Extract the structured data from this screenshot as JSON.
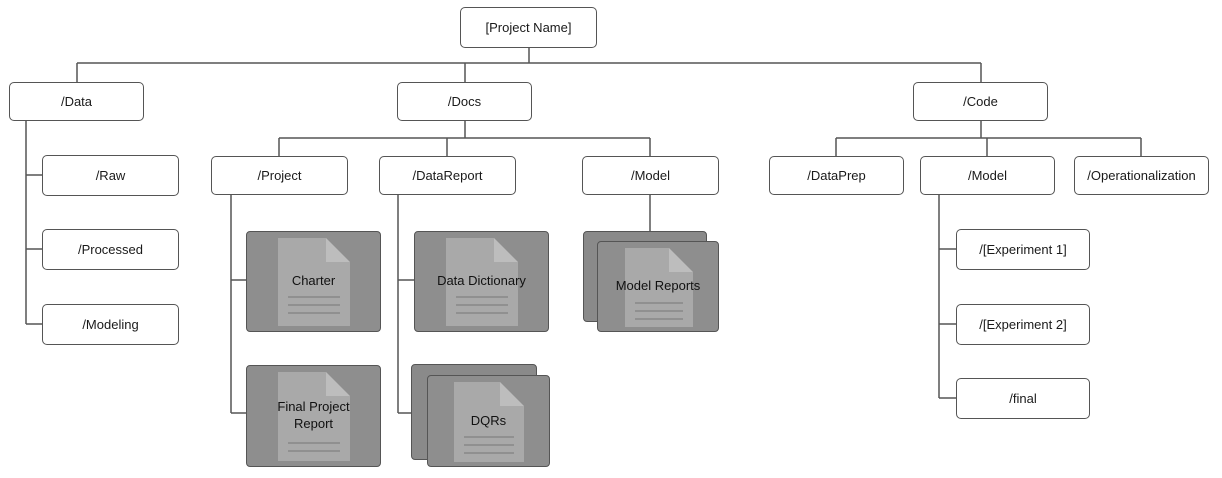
{
  "diagram": {
    "root": "[Project Name]",
    "data": {
      "label": "/Data",
      "children": [
        "/Raw",
        "/Processed",
        "/Modeling"
      ]
    },
    "docs": {
      "label": "/Docs",
      "project": {
        "label": "/Project",
        "documents": [
          "Charter",
          "Final Project Report"
        ]
      },
      "datareport": {
        "label": "/DataReport",
        "documents": [
          "Data Dictionary",
          "DQRs"
        ]
      },
      "model": {
        "label": "/Model",
        "documents": [
          "Model Reports"
        ]
      }
    },
    "code": {
      "label": "/Code",
      "dataprep": "/DataPrep",
      "model": {
        "label": "/Model",
        "children": [
          "/[Experiment 1]",
          "/[Experiment 2]",
          "/final"
        ]
      },
      "operationalization": "/Operationalization"
    }
  }
}
